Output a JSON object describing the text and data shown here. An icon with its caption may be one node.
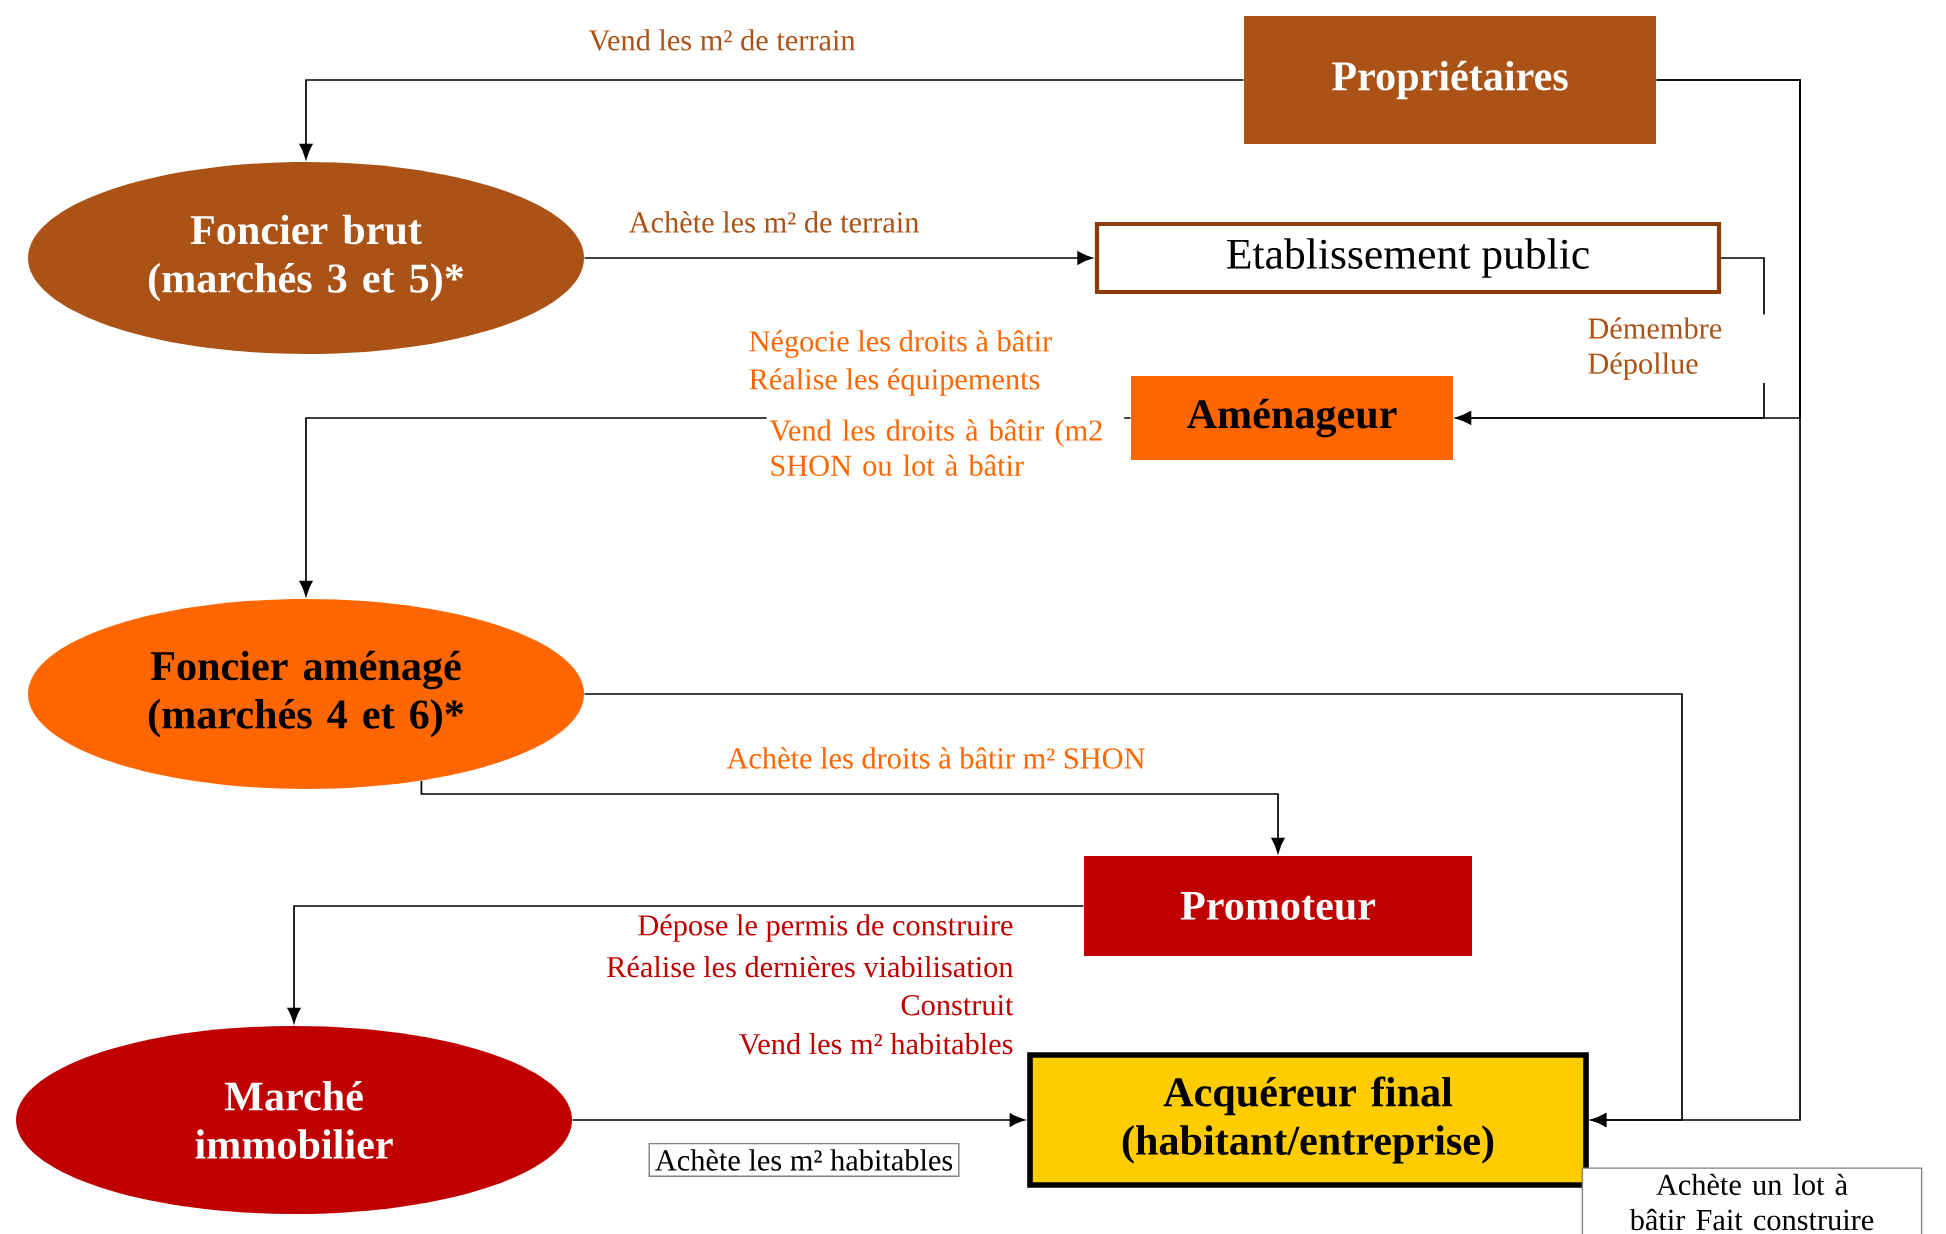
{
  "diagram": {
    "nodes": [
      {
        "text": [
          "Propriétaires"
        ]
      },
      {
        "text": [
          "Foncier brut (marchés 3 et 5)*"
        ]
      },
      {
        "text": [
          "Etablissement public"
        ]
      },
      {
        "text": [
          "Aménageur"
        ],
        "beside": [
          "Négocie les droits à bâtir",
          "Réalise les équipements"
        ]
      },
      {
        "text": [
          "Foncier aménagé (marchés 4 et 6)*"
        ]
      },
      {
        "text": [
          "Promoteur"
        ],
        "beside": [
          "Dépose le permis de construire",
          "Réalise les dernières viabilisation",
          "Construit",
          "Vend les m² habitables"
        ]
      },
      {
        "text": [
          "Marché immobilier"
        ]
      },
      {
        "text": [
          "Acquéreur final (habitant/entreprise)"
        ]
      }
    ],
    "edges": [
      {
        "from": 0,
        "to": 1,
        "arrow": "to",
        "label": "Vend les m² de terrain"
      },
      {
        "from": 1,
        "to": 2,
        "arrow": "to",
        "label": "Achète les m² de terrain"
      },
      {
        "from": 2,
        "to": 3,
        "arrow": "to",
        "label": "Démembre Dépollue"
      },
      {
        "from": 0,
        "to": 3,
        "arrow": "to"
      },
      {
        "from": 0,
        "to": 7,
        "arrow": "to"
      },
      {
        "from": 3,
        "to": 4,
        "arrow": "to",
        "label": "Vend les droits à bâtir (m2 SHON ou lot à bâtir"
      },
      {
        "from": 4,
        "to": 5,
        "arrow": "to",
        "label": "Achète les droits à bâtir m² SHON"
      },
      {
        "from": 4,
        "to": 7,
        "arrow": "to",
        "label": "Achète un lot à bâtir Fait construire"
      },
      {
        "from": 5,
        "to": 6,
        "arrow": "to"
      },
      {
        "from": 6,
        "to": 7,
        "arrow": "to",
        "label": "Achète les m² habitables"
      }
    ]
  }
}
